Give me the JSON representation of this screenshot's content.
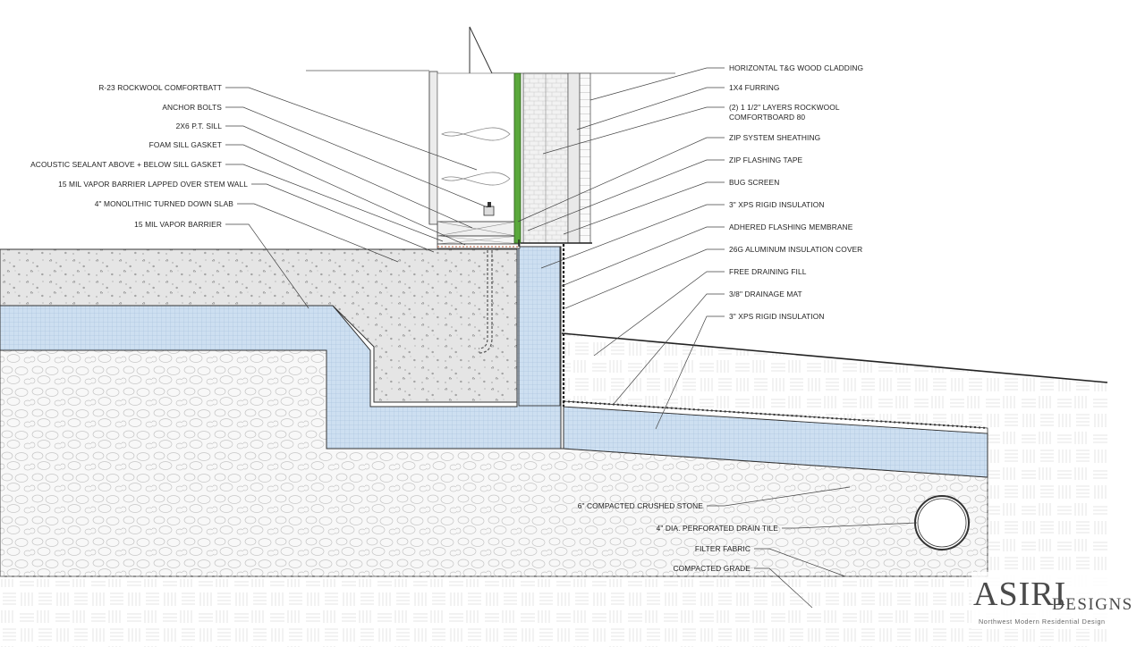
{
  "labels_left": [
    "R-23 ROCKWOOL COMFORTBATT",
    "ANCHOR BOLTS",
    "2X6 P.T. SILL",
    "FOAM SILL GASKET",
    "ACOUSTIC SEALANT ABOVE + BELOW SILL GASKET",
    "15 MIL VAPOR BARRIER LAPPED OVER STEM WALL",
    "4\" MONOLITHIC TURNED DOWN SLAB",
    "15 MIL VAPOR BARRIER"
  ],
  "labels_right": [
    "HORIZONTAL T&G WOOD CLADDING",
    "1X4 FURRING",
    "(2) 1 1/2\" LAYERS ROCKWOOL",
    "COMFORTBOARD 80",
    "ZIP SYSTEM SHEATHING",
    "ZIP FLASHING TAPE",
    "BUG SCREEN",
    "3\" XPS RIGID INSULATION",
    "ADHERED FLASHING MEMBRANE",
    "26G ALUMINUM INSULATION COVER",
    "FREE DRAINING FILL",
    "3/8\" DRAINAGE MAT",
    "3\" XPS RIGID INSULATION"
  ],
  "labels_bottom": [
    "6\" COMPACTED CRUSHED STONE",
    "4\" DIA. PERFORATED DRAIN TILE",
    "FILTER FABRIC",
    "COMPACTED GRADE"
  ],
  "brand": {
    "main": "ASIRI",
    "sub": "DESIGNS",
    "tagline": "Northwest Modern Residential Design"
  },
  "colors": {
    "concrete": "#e4e4e4",
    "xps_insulation": "#c9dcef",
    "gravel": "#f7f7f7",
    "sheathing": "#5aa83c",
    "line": "#333333"
  }
}
